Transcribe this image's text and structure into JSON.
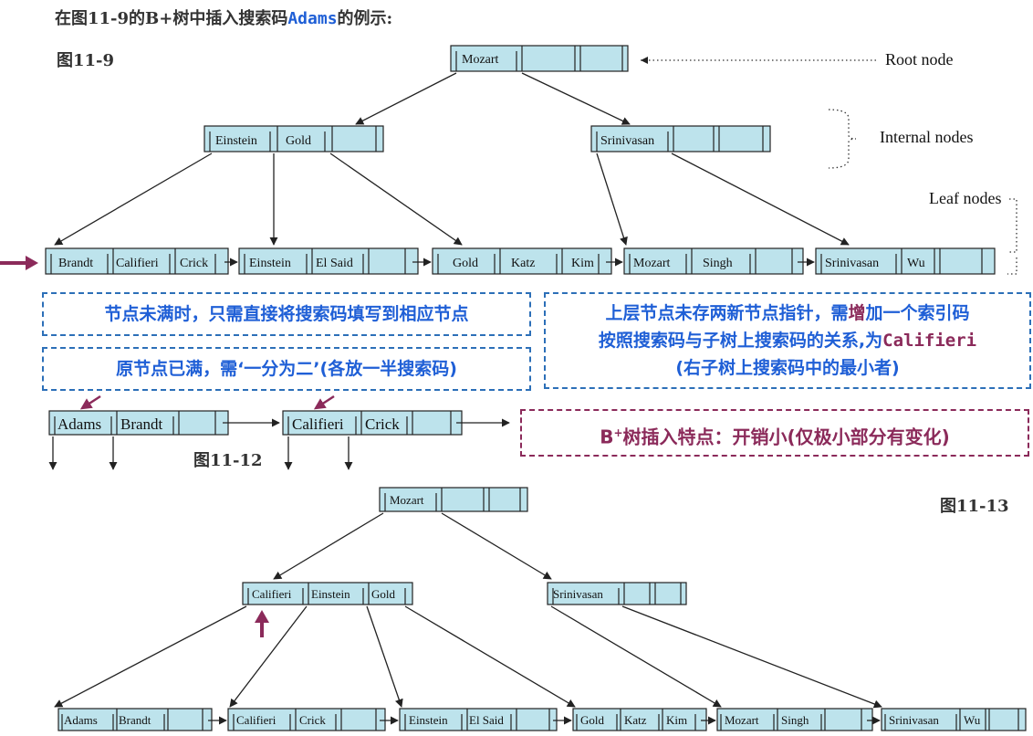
{
  "heading": {
    "prefix": "在图11-9的B+树中插入搜索码",
    "highlight": "Adams",
    "suffix": "的例示:"
  },
  "figures": {
    "fig9": "图11-9",
    "fig12": "图11-12",
    "fig13": "图11-13"
  },
  "annotations": {
    "root": "Root node",
    "internal": "Internal nodes",
    "leaf": "Leaf nodes"
  },
  "notes": {
    "not_full": "节点未满时，只需直接将搜索码填写到相应节点",
    "full": "原节点已满，需‘一分为二’(各放一半搜索码)",
    "upper_line1_a": "上层节点未存两新节点指针，需",
    "upper_line1_b": "增",
    "upper_line1_c": "加一个索引码",
    "upper_line2_a": "按照搜索码与子树上搜索码的关系,为",
    "upper_line2_b": "Califieri",
    "upper_line3": "(右子树上搜索码中的最小者)",
    "feature_a": "B",
    "feature_sup": "+",
    "feature_b": "树插入特点：开销小(仅极小部分有变化)"
  },
  "colors": {
    "node_fill": "#bde3ec",
    "blue_text": "#1f5fd6",
    "blue_border": "#2c6fb8",
    "purple": "#8b2a5a"
  },
  "tree_before": {
    "root": [
      "Mozart"
    ],
    "internal": [
      [
        "Einstein",
        "Gold"
      ],
      [
        "Srinivasan"
      ]
    ],
    "leaves": [
      [
        "Brandt",
        "Califieri",
        "Crick"
      ],
      [
        "Einstein",
        "El Said"
      ],
      [
        "Gold",
        "Katz",
        "Kim"
      ],
      [
        "Mozart",
        "Singh"
      ],
      [
        "Srinivasan",
        "Wu"
      ]
    ]
  },
  "split_leaves": [
    [
      "Adams",
      "Brandt"
    ],
    [
      "Califieri",
      "Crick"
    ]
  ],
  "tree_after": {
    "root": [
      "Mozart"
    ],
    "internal": [
      [
        "Califieri",
        "Einstein",
        "Gold"
      ],
      [
        "Srinivasan"
      ]
    ],
    "leaves": [
      [
        "Adams",
        "Brandt"
      ],
      [
        "Califieri",
        "Crick"
      ],
      [
        "Einstein",
        "El Said"
      ],
      [
        "Gold",
        "Katz",
        "Kim"
      ],
      [
        "Mozart",
        "Singh"
      ],
      [
        "Srinivasan",
        "Wu"
      ]
    ]
  }
}
